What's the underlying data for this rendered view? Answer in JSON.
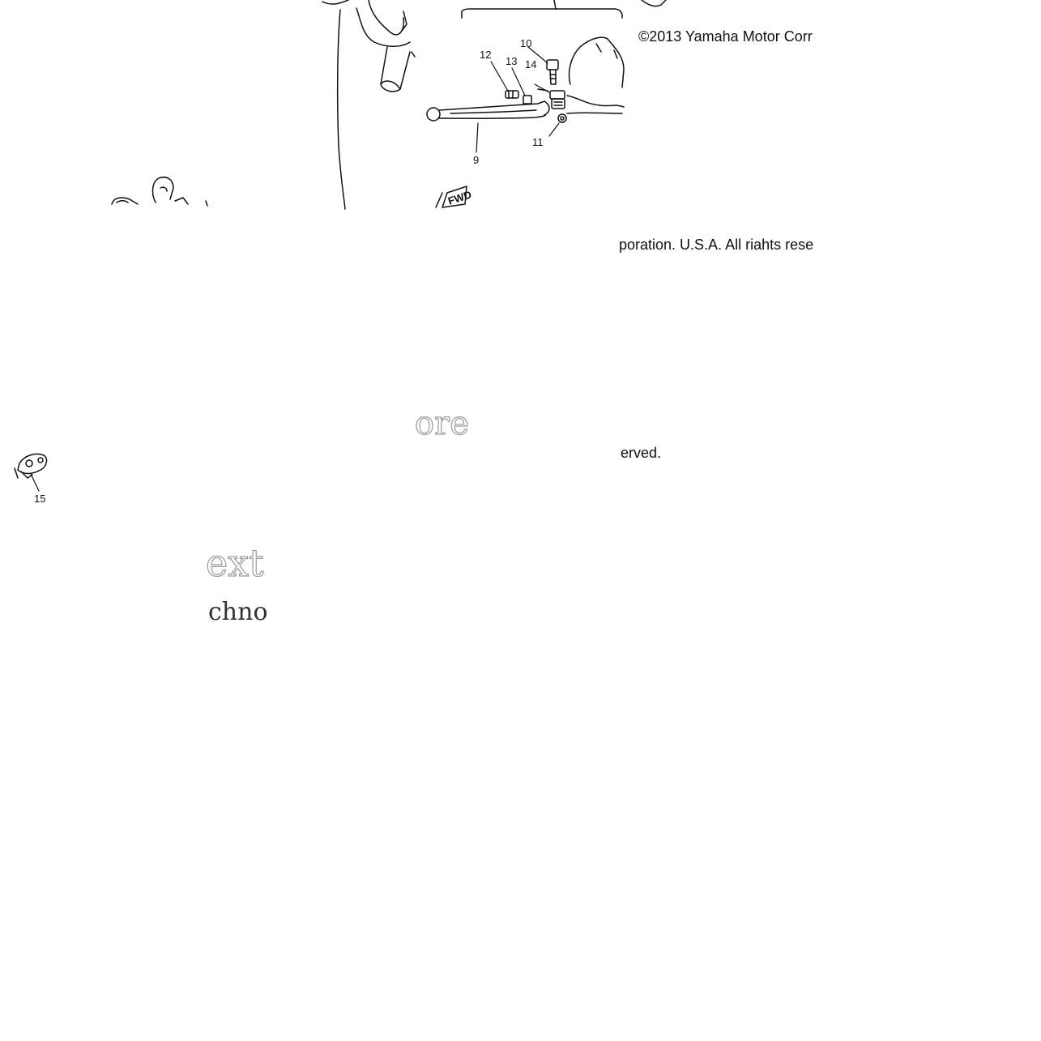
{
  "copyright": {
    "line1": "©2013 Yamaha Motor Corr",
    "line2": "poration. U.S.A. All riahts rese",
    "line3": "erved."
  },
  "watermarks": {
    "fragment1": "ore",
    "fragment2": "ext",
    "fragment3": "chno"
  },
  "callouts": {
    "c9": "9",
    "c10": "10",
    "c11": "11",
    "c12": "12",
    "c13": "13",
    "c14": "14",
    "c15": "15"
  },
  "stamp": {
    "label": "FWD"
  },
  "colors": {
    "line": "#111111",
    "background": "#ffffff",
    "watermark": "#9a9a9a"
  }
}
